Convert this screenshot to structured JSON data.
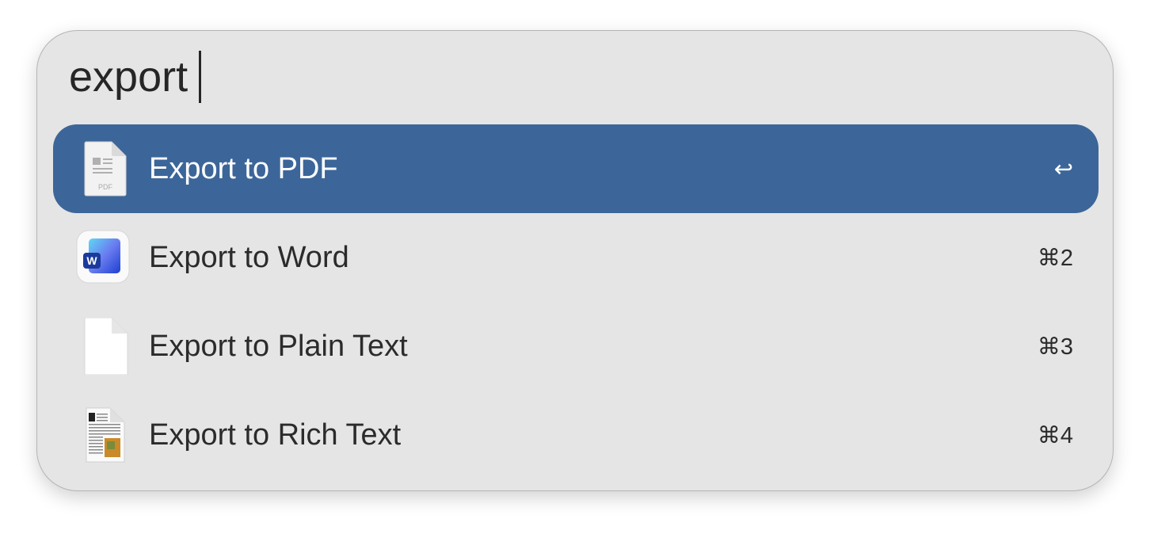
{
  "search": {
    "query": "export"
  },
  "results": [
    {
      "label": "Export to PDF",
      "shortcut": "↩",
      "icon": "pdf-document-icon",
      "selected": true
    },
    {
      "label": "Export to Word",
      "shortcut": "⌘2",
      "icon": "microsoft-word-icon"
    },
    {
      "label": "Export to Plain Text",
      "shortcut": "⌘3",
      "icon": "plain-text-document-icon"
    },
    {
      "label": "Export to Rich Text",
      "shortcut": "⌘4",
      "icon": "rich-text-document-icon"
    }
  ],
  "pdf_icon_caption": "PDF",
  "word_icon_letter": "W",
  "colors": {
    "selection": "#3c6699",
    "panel": "#e5e5e5"
  }
}
